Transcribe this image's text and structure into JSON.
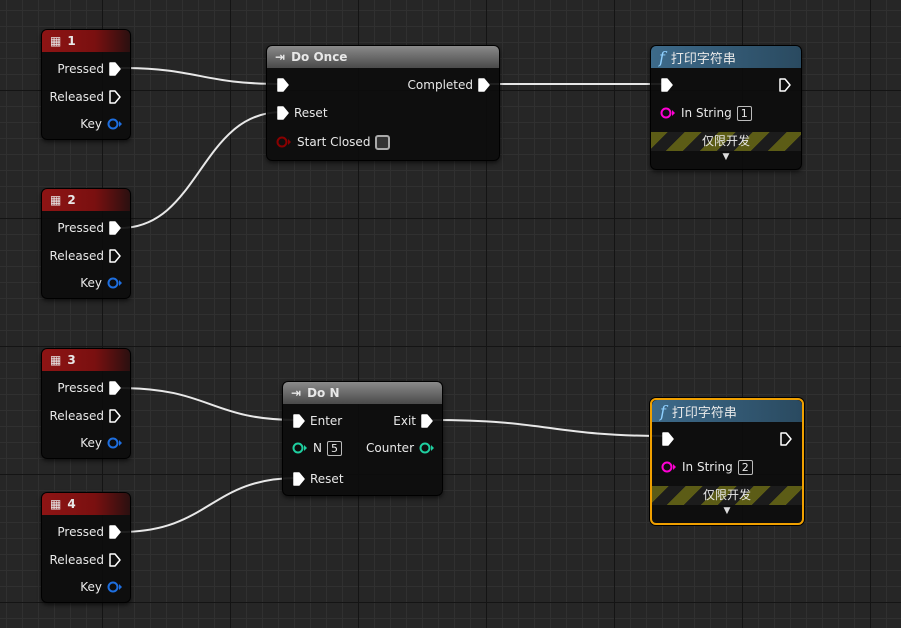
{
  "key_nodes": [
    {
      "title": "1",
      "pressed": "Pressed",
      "released": "Released",
      "key": "Key"
    },
    {
      "title": "2",
      "pressed": "Pressed",
      "released": "Released",
      "key": "Key"
    },
    {
      "title": "3",
      "pressed": "Pressed",
      "released": "Released",
      "key": "Key"
    },
    {
      "title": "4",
      "pressed": "Pressed",
      "released": "Released",
      "key": "Key"
    }
  ],
  "do_once": {
    "title": "Do Once",
    "completed": "Completed",
    "reset": "Reset",
    "start_closed": "Start Closed"
  },
  "do_n": {
    "title": "Do N",
    "enter": "Enter",
    "exit": "Exit",
    "n_label": "N",
    "n_value": "5",
    "counter": "Counter",
    "reset": "Reset"
  },
  "print_nodes": [
    {
      "title": "打印字符串",
      "in_string": "In String",
      "value": "1",
      "dev_only": "仅限开发"
    },
    {
      "title": "打印字符串",
      "in_string": "In String",
      "value": "2",
      "dev_only": "仅限开发"
    }
  ],
  "colors": {
    "exec": "#ffffff",
    "key_pin": "#1e6fe0",
    "bool_pin": "#8a0000",
    "int_pin": "#1fcfa0",
    "string_pin": "#ff00d4",
    "selection": "#f0a000"
  }
}
